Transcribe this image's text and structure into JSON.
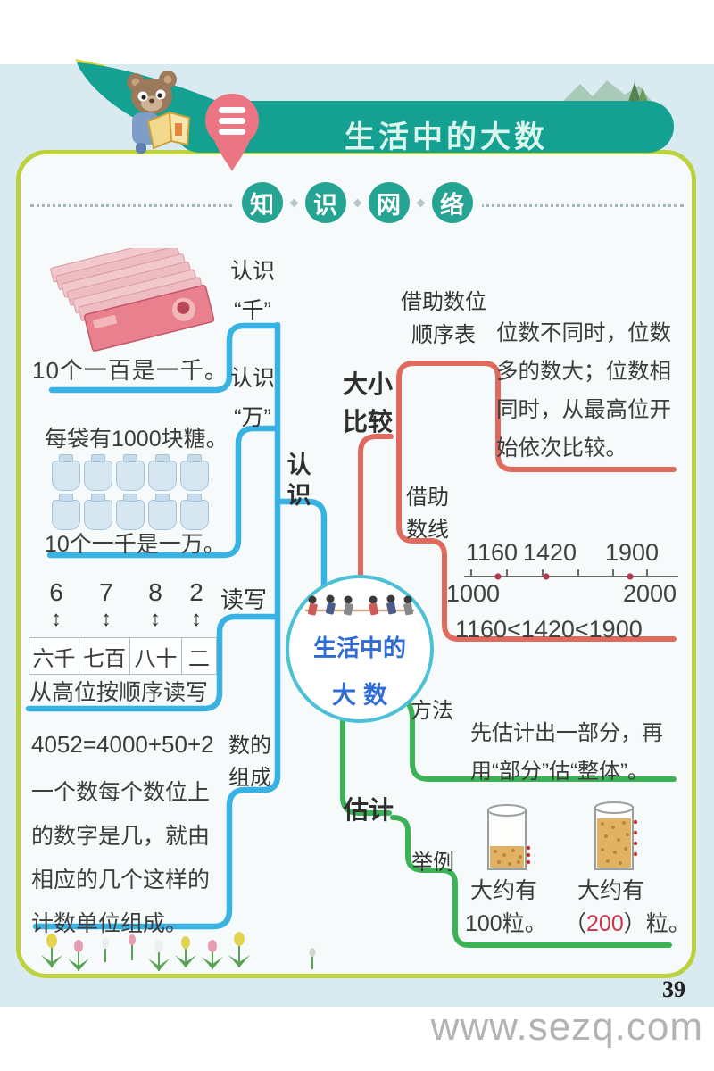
{
  "header": {
    "title": "生活中的大数",
    "badge_icon": "three-bars"
  },
  "section_badge": {
    "chars": [
      "知",
      "识",
      "网",
      "络"
    ]
  },
  "center": {
    "line1": "生活中的",
    "line2": "大数"
  },
  "renshi": {
    "label": "认识",
    "qian_label_1": "认识",
    "qian_label_2": "“千”",
    "qian_caption": "10个一百是一千。",
    "wan_label_1": "认识",
    "wan_label_2": "“万”",
    "wan_top": "每袋有1000块糖。",
    "wan_bottom": "10个一千是一万。",
    "bag_count": 10,
    "duxie_label": "读写",
    "digits": [
      "6",
      "7",
      "8",
      "2"
    ],
    "arrow_char": "↕",
    "words": [
      "六千",
      "七百",
      "八十",
      "二"
    ],
    "duxie_note": "从高位按顺序读写",
    "zucheng_label_1": "数的",
    "zucheng_label_2": "组成",
    "formula": "4052=4000+50+2",
    "zucheng_lines": [
      "一个数每个数位上",
      "的数字是几，就由",
      "相应的几个这样的",
      "计数单位组成。"
    ]
  },
  "bijiao": {
    "label": "大小比较",
    "sub1_label_1": "借助数位",
    "sub1_label_2": "顺序表",
    "sub1_lines": [
      "位数不同时，位数",
      "多的数大；位数相",
      "同时，从最高位开",
      "始依次比较。"
    ],
    "sub2_label_1": "借助",
    "sub2_label_2": "数线",
    "numline_top": [
      "1160",
      "1420",
      "1900"
    ],
    "numline_left": "1000",
    "numline_right": "2000",
    "conclusion": "1160<1420<1900"
  },
  "guji": {
    "label": "估计",
    "fangfa_label": "方法",
    "fangfa_lines": [
      "先估计出一部分，再",
      "用“部分”估“整体”。"
    ],
    "juli_label": "举例",
    "jar1_line1": "大约有",
    "jar1_line2": "100粒。",
    "jar2_line1": "大约有",
    "jar2_pre": "（",
    "jar2_value": "200",
    "jar2_post": "）粒。"
  },
  "footer": {
    "page_number": "39",
    "watermark": "www.sezq.com"
  },
  "colors": {
    "branch_renshi": "#38b1e3",
    "branch_bijiao": "#e06a5e",
    "branch_guji": "#3cb257",
    "banner": "#15a191",
    "box_border": "#bcd23c",
    "accent_red": "#cf3349",
    "center_text": "#2f6cd6"
  }
}
